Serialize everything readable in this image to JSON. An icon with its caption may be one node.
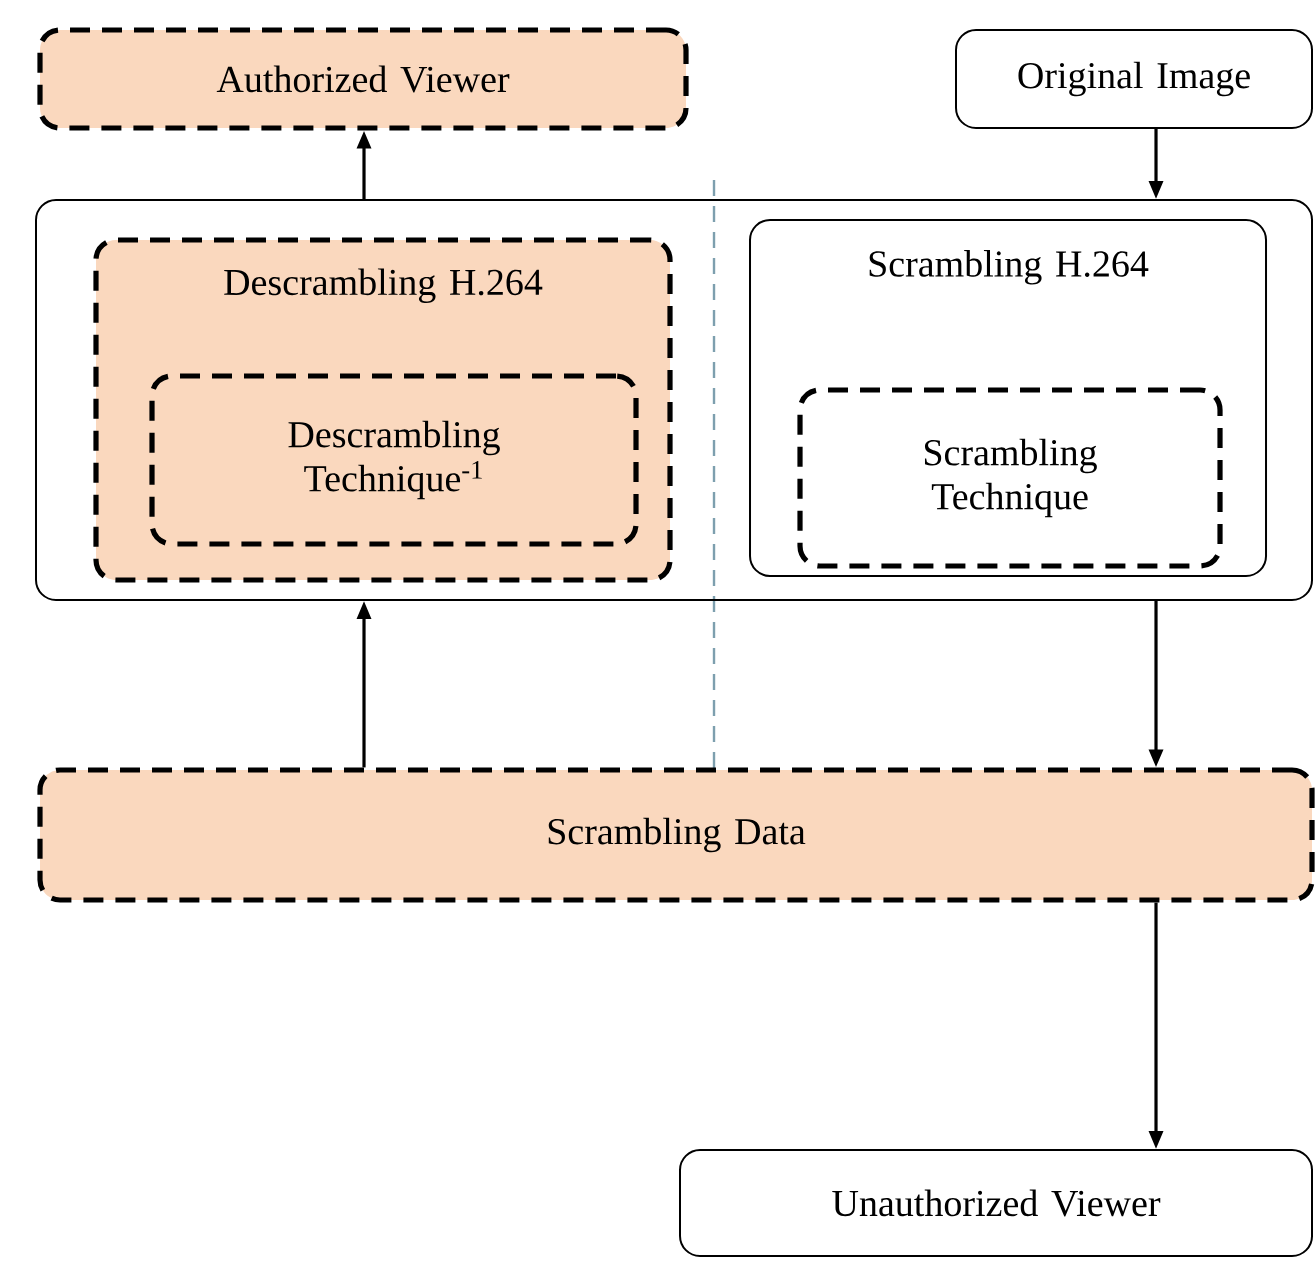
{
  "diagram": {
    "nodes": [
      {
        "text": [
          "Authorized Viewer"
        ]
      },
      {
        "text": [
          "Original Image"
        ]
      },
      {
        "text": [],
        "shape": "box"
      },
      {
        "text": [
          "Descrambling H.264"
        ],
        "in": 2
      },
      {
        "text": [
          "Descrambling Technique$^{-1}$"
        ],
        "in": 3
      },
      {
        "text": [
          "Scrambling H.264"
        ],
        "in": 2
      },
      {
        "text": [
          "Scrambling Technique"
        ],
        "in": 5
      },
      {
        "text": [
          "Scrambling Data"
        ]
      },
      {
        "text": [
          "Unauthorized Viewer"
        ]
      }
    ],
    "edges": [
      {
        "from": 1,
        "to": 2,
        "arrow": "to"
      },
      {
        "from": 2,
        "to": 0,
        "arrow": "to"
      },
      {
        "from": 2,
        "to": 7,
        "arrow": "to"
      },
      {
        "from": 7,
        "to": 2,
        "arrow": "to"
      },
      {
        "from": 7,
        "to": 8,
        "arrow": "to"
      }
    ]
  }
}
